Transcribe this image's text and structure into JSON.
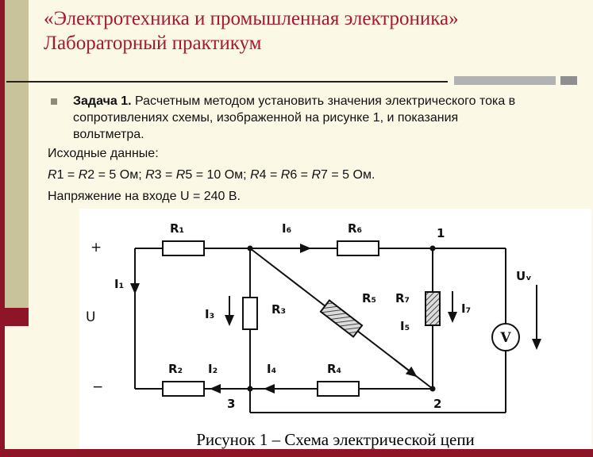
{
  "slide": {
    "title": [
      "«Электротехника и промышленная электроника»",
      "Лабораторный практикум"
    ]
  },
  "task": {
    "label_bold": "Задача 1.",
    "line1_rest": " Расчетным методом установить значения электрического тока в",
    "line2": "сопротивлениях схемы, изображенной на рисунке 1, и показания",
    "line3": "вольтметра.",
    "given_heading": "Исходные данные:",
    "formula_parts": [
      {
        "t": "R",
        "i": true
      },
      {
        "t": "1 = ",
        "i": false
      },
      {
        "t": "R",
        "i": true
      },
      {
        "t": "2 = 5 Ом; ",
        "i": false
      },
      {
        "t": "R",
        "i": true
      },
      {
        "t": "3 = ",
        "i": false
      },
      {
        "t": "R",
        "i": true
      },
      {
        "t": "5 = 10 Ом; ",
        "i": false
      },
      {
        "t": "R",
        "i": true
      },
      {
        "t": "4 = ",
        "i": false
      },
      {
        "t": "R",
        "i": true
      },
      {
        "t": "6 = ",
        "i": false
      },
      {
        "t": "R",
        "i": true
      },
      {
        "t": "7 = 5 Ом.",
        "i": false
      }
    ],
    "voltage_line": "Напряжение на входе U = 240 В."
  },
  "figure": {
    "caption": "Рисунок 1 – Схема электрической цепи",
    "labels": {
      "r1": "R₁",
      "r2": "R₂",
      "r3": "R₃",
      "r4": "R₄",
      "r5": "R₅",
      "r6": "R₆",
      "r7": "R₇",
      "i1": "I₁",
      "i2": "I₂",
      "i3": "I₃",
      "i4": "I₄",
      "i5": "I₅",
      "i6": "I₆",
      "i7": "I₇",
      "plus": "+",
      "minus": "−",
      "u": "U",
      "uv": "Uᵥ",
      "voltmeter": "V",
      "node1": "1",
      "node2": "2",
      "node3": "3"
    }
  },
  "colors": {
    "background": "#fcf8e6",
    "band_tan": "#c9c39b",
    "accent_red": "#8e1427",
    "title_red": "#a6192e"
  }
}
